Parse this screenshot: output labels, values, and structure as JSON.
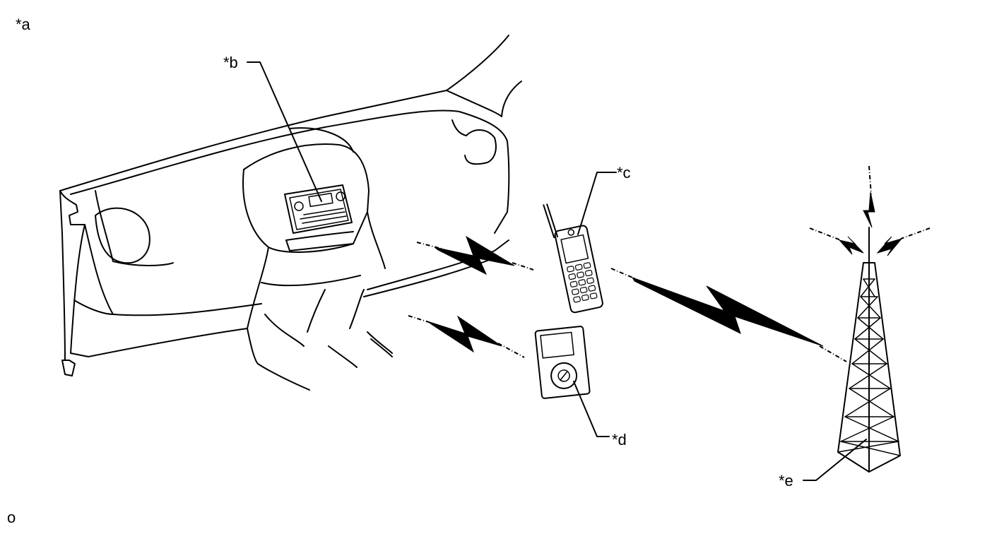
{
  "labels": {
    "a": "*a",
    "b": "*b",
    "c": "*c",
    "d": "*d",
    "e": "*e",
    "corner": "o"
  },
  "parts": {
    "b": "head-unit",
    "c": "cellular-phone",
    "d": "portable-audio-player",
    "e": "radio-tower"
  },
  "colors": {
    "line": "#000000",
    "background": "#ffffff"
  }
}
